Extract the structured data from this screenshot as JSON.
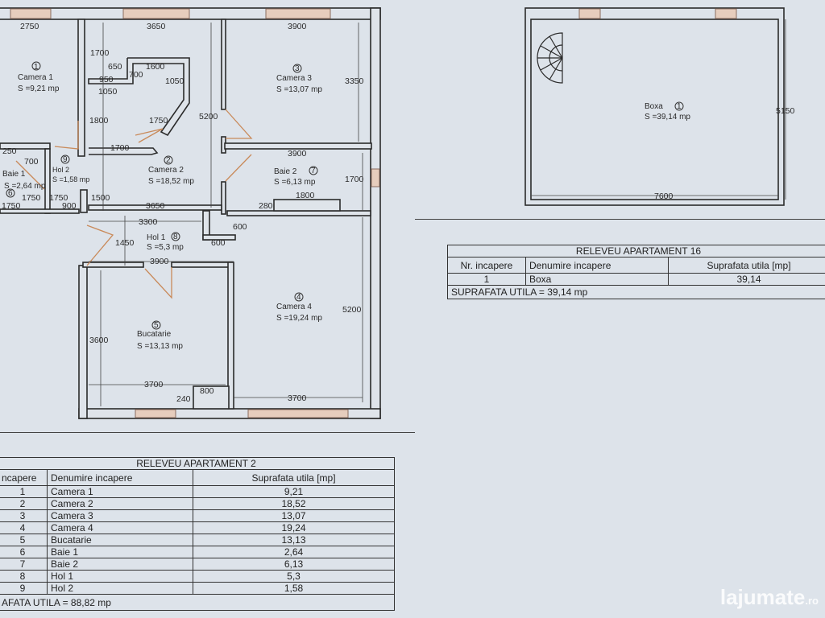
{
  "plan_apartment_2": {
    "rooms": [
      {
        "num": "1",
        "name": "Camera 1",
        "area": "S =9,21 mp"
      },
      {
        "num": "2",
        "name": "Camera 2",
        "area": "S =18,52 mp"
      },
      {
        "num": "3",
        "name": "Camera 3",
        "area": "S =13,07 mp"
      },
      {
        "num": "4",
        "name": "Camera 4",
        "area": "S =19,24 mp"
      },
      {
        "num": "5",
        "name": "Bucatarie",
        "area": "S =13,13 mp"
      },
      {
        "num": "6",
        "name": "Baie 1",
        "area": "S =2,64 mp"
      },
      {
        "num": "7",
        "name": "Baie 2",
        "area": "S =6,13 mp"
      },
      {
        "num": "8",
        "name": "Hol 1",
        "area": "S =5,3 mp"
      },
      {
        "num": "9",
        "name": "Hol 2",
        "area": "S =1,58 mp"
      }
    ],
    "dimensions": [
      "2750",
      "3650",
      "3900",
      "1700",
      "650",
      "1600",
      "950",
      "700",
      "1050",
      "1050",
      "1800",
      "1750",
      "5200",
      "3350",
      "1700",
      "3900",
      "250",
      "700",
      "1500",
      "1750",
      "1750",
      "900",
      "1750",
      "3650",
      "1800",
      "280",
      "1700",
      "3300",
      "600",
      "1450",
      "600",
      "3900",
      "3600",
      "5200",
      "3700",
      "800",
      "240",
      "3700"
    ]
  },
  "plan_apartment_16": {
    "room": {
      "num": "1",
      "name": "Boxa",
      "area": "S =39,14 mp"
    },
    "dimensions": [
      "5150",
      "7600"
    ]
  },
  "table_apartment_2": {
    "title": "RELEVEU APARTAMENT 2",
    "headers": [
      "ncapere",
      "Denumire incapere",
      "Suprafata utila [mp]"
    ],
    "rows": [
      [
        "1",
        "Camera 1",
        "9,21"
      ],
      [
        "2",
        "Camera 2",
        "18,52"
      ],
      [
        "3",
        "Camera 3",
        "13,07"
      ],
      [
        "4",
        "Camera 4",
        "19,24"
      ],
      [
        "5",
        "Bucatarie",
        "13,13"
      ],
      [
        "6",
        "Baie 1",
        "2,64"
      ],
      [
        "7",
        "Baie 2",
        "6,13"
      ],
      [
        "8",
        "Hol 1",
        "5,3"
      ],
      [
        "9",
        "Hol 2",
        "1,58"
      ]
    ],
    "total": "AFATA UTILA = 88,82 mp"
  },
  "table_apartment_16": {
    "title": "RELEVEU APARTAMENT 16",
    "headers": [
      "Nr. incapere",
      "Denumire incapere",
      "Suprafata utila [mp]"
    ],
    "rows": [
      [
        "1",
        "Boxa",
        "39,14"
      ]
    ],
    "total": "SUPRAFATA UTILA = 39,14 mp"
  },
  "watermark": {
    "brand": "lajumate",
    "tld": ".ro"
  },
  "colors": {
    "paper": "#dde3ea",
    "walls": "#2b2b2b",
    "windows": "#e6cdbd",
    "doors": "#c98a5a"
  }
}
